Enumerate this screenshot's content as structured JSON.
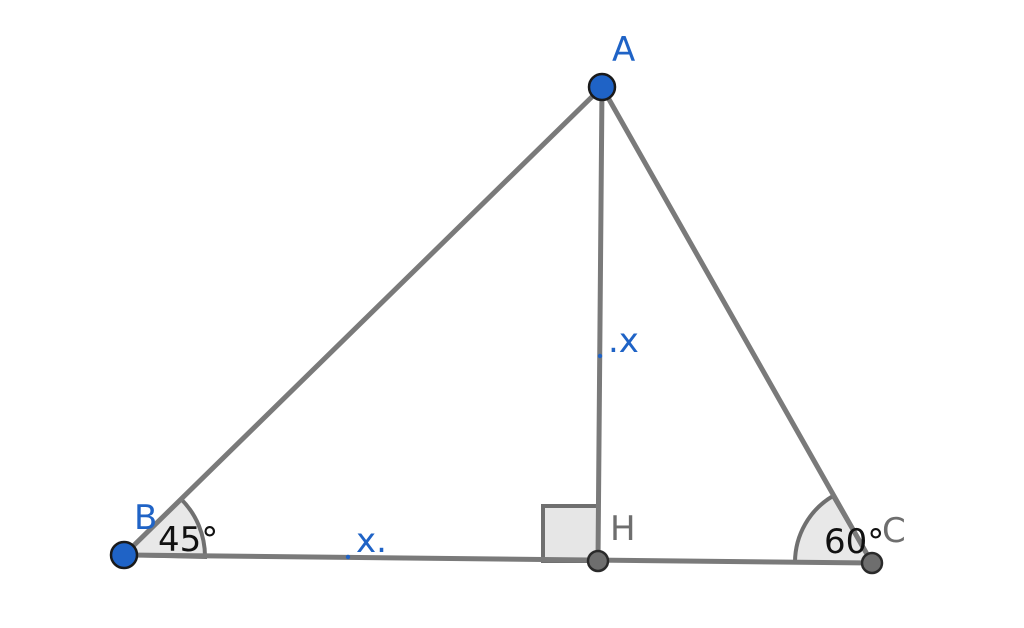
{
  "points": {
    "A": {
      "label": "A",
      "color": "#1f63c6"
    },
    "B": {
      "label": "B",
      "color": "#1f63c6"
    },
    "C": {
      "label": "C",
      "color": "#6e6e6e"
    },
    "H": {
      "label": "H",
      "color": "#6e6e6e"
    }
  },
  "angles": {
    "B": {
      "value": "45°"
    },
    "C": {
      "value": "60°"
    },
    "H": {
      "right_angle": true
    }
  },
  "segment_labels": {
    "BH": "x.",
    "AH": ".x"
  },
  "colors": {
    "segment": "#7a7a7a",
    "accent_blue": "#1f63c6",
    "fill_gray": "#e8e8e8"
  }
}
